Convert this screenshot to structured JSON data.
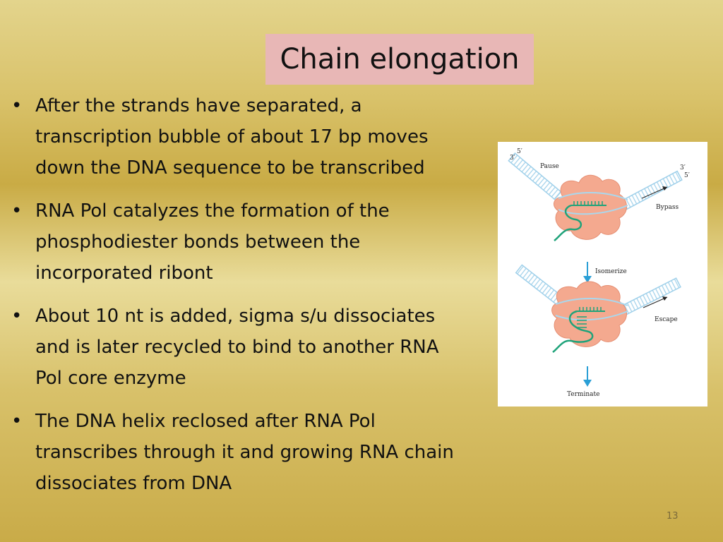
{
  "slide": {
    "title": "Chain elongation",
    "bullets": [
      "After the strands have separated, a transcription bubble of about 17 bp moves down the DNA sequence to be transcribed",
      "RNA Pol catalyzes the formation of the phosphodiester bonds between the incorporated ribont",
      "About 10 nt is added, sigma s/u dissociates and is later recycled to bind to another RNA Pol core enzyme",
      "The DNA helix reclosed after RNA Pol transcribes through it and growing RNA chain dissociates from DNA"
    ],
    "bullet_glyph": "•",
    "page_number": "13"
  },
  "figure": {
    "labels": {
      "five_prime_top": "5′",
      "three_prime_top": "3′",
      "pause": "Pause",
      "three_prime_right": "3′",
      "five_prime_right": "5′",
      "bypass": "Bypass",
      "isomerize": "Isomerize",
      "escape": "Escape",
      "terminate": "Terminate"
    },
    "colors": {
      "polymerase": "#f4a98f",
      "dna": "#a9d8ee",
      "rna": "#1fa37a",
      "arrow": "#2a9fd6"
    }
  }
}
